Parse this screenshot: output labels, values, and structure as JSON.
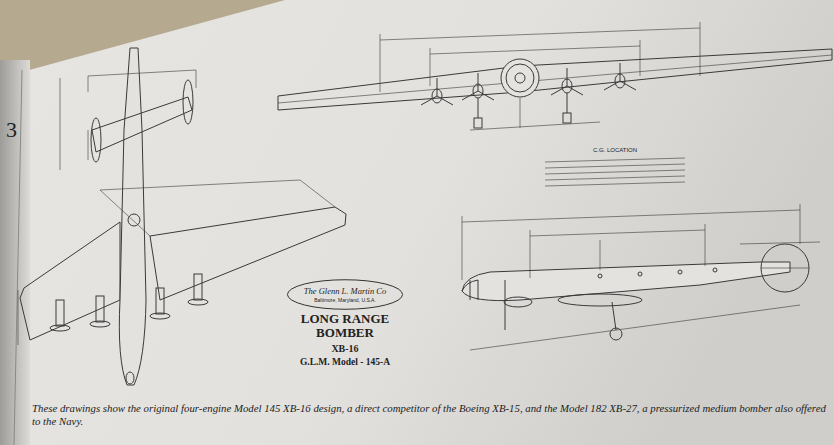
{
  "diagram": {
    "title": "LONG RANGE BOMBER",
    "caption": "These drawings show the original four-engine Model 145 XB-16 design, a direct competitor of the Boeing XB-15, and the Model 182 XB-27, a pressurized medium bomber also offered to the Navy.",
    "labels": [
      "The Glenn L. Martin Co",
      "Baltimore, Maryland, U.S.A.",
      "XB-16",
      "G.L.M. Model - 145-A",
      "C.G. LOCATION",
      "3"
    ]
  }
}
